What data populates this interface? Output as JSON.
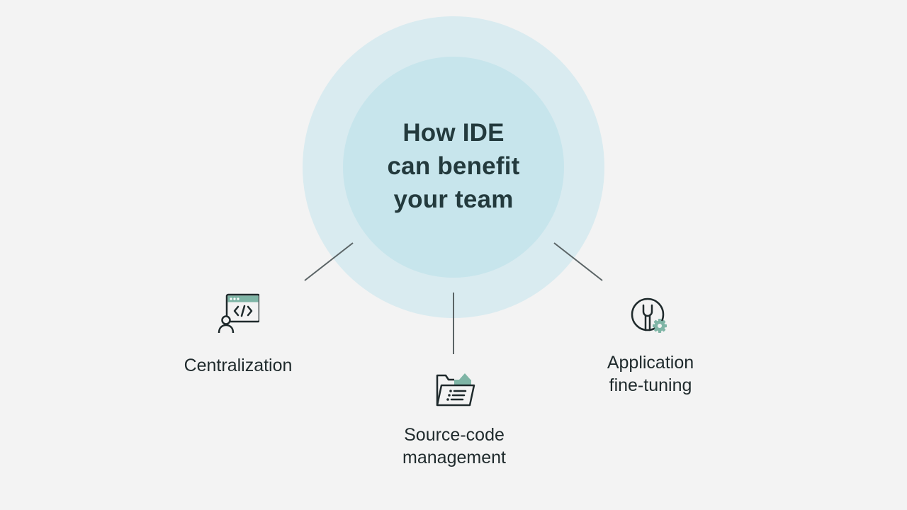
{
  "diagram": {
    "title": "How IDE\ncan benefit\nyour team",
    "colors": {
      "background": "#f3f3f3",
      "outer_circle": "#d9ebf0",
      "inner_circle": "#c7e5ec",
      "icon_stroke": "#1f2a2c",
      "icon_accent": "#7fb5a6",
      "connector": "#5b6466"
    },
    "items": [
      {
        "label": "Centralization",
        "icon": "developer-code-icon"
      },
      {
        "label": "Source-code\nmanagement",
        "icon": "folder-list-icon"
      },
      {
        "label": "Application\nfine-tuning",
        "icon": "wrench-gear-icon"
      }
    ]
  }
}
